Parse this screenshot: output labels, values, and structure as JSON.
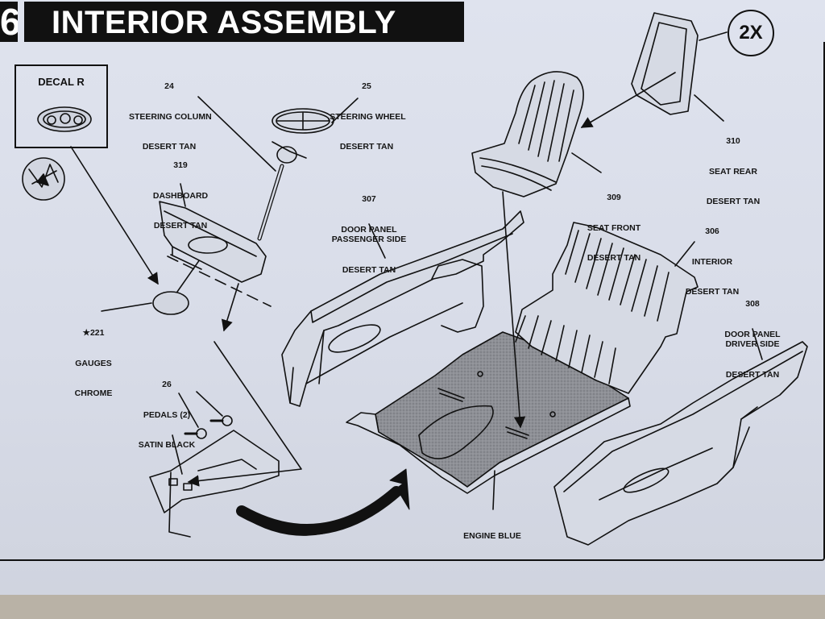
{
  "header": {
    "step_number": "6",
    "title": "INTERIOR ASSEMBLY",
    "multiplier": "2X"
  },
  "decal": {
    "label": "DECAL R"
  },
  "parts": [
    {
      "id": "p24",
      "number": "24",
      "name": "STEERING COLUMN",
      "color": "DESERT TAN"
    },
    {
      "id": "p25",
      "number": "25",
      "name": ",STEERING WHEEL",
      "color": "DESERT TAN"
    },
    {
      "id": "p319",
      "number": "319",
      "name": "DASHBOARD",
      "color": "DESERT TAN"
    },
    {
      "id": "p307",
      "number": "307",
      "name": "DOOR PANEL\nPASSENGER SIDE",
      "color": "DESERT TAN"
    },
    {
      "id": "p309",
      "number": "309",
      "name": "SEAT FRONT",
      "color": "DESERT TAN"
    },
    {
      "id": "p310",
      "number": "310",
      "name": "SEAT REAR",
      "color": "DESERT TAN"
    },
    {
      "id": "p306",
      "number": "306",
      "name": "INTERIOR",
      "color": "DESERT TAN"
    },
    {
      "id": "p308",
      "number": "308",
      "name": "DOOR PANEL\nDRIVER SIDE",
      "color": "DESERT TAN"
    },
    {
      "id": "p221",
      "number": "★221",
      "name": "GAUGES",
      "color": "CHROME"
    },
    {
      "id": "p26",
      "number": "26",
      "name": "PEDALS (2)",
      "color": "SATIN BLACK"
    }
  ],
  "floor_label": "ENGINE BLUE"
}
